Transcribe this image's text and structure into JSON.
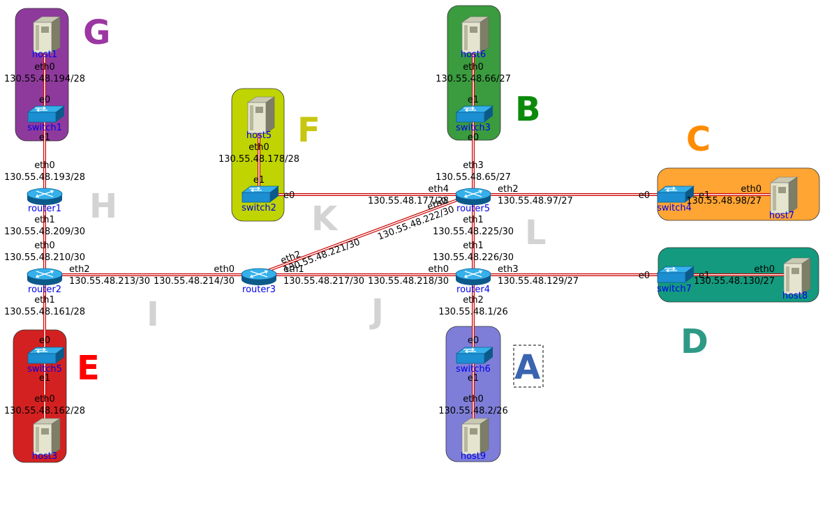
{
  "colors": {
    "G": "#8e3a9c",
    "F": "#bfd400",
    "B": "#3a9b3f",
    "C": "#ffa534",
    "D": "#149a7e",
    "A": "#7e7ed8",
    "E": "#d32121",
    "G_label": "#9b37a3",
    "F_label": "#c7c712",
    "B_label": "#0c8a0c",
    "C_label": "#ff8c00",
    "D_label": "#2e9a86",
    "A_label": "#3a64b0",
    "E_label": "#ff0000",
    "link": "#cc0000",
    "device_label": "#0000ee"
  },
  "groups": {
    "G": "G",
    "F": "F",
    "B": "B",
    "C": "C",
    "D": "D",
    "A": "A",
    "E": "E",
    "H": "H",
    "K": "K",
    "L": "L",
    "I": "I",
    "J": "J"
  },
  "devices": {
    "host1": "host1",
    "host3": "host3",
    "host5": "host5",
    "host6": "host6",
    "host7": "host7",
    "host8": "host8",
    "host9": "host9",
    "switch1": "switch1",
    "switch2": "switch2",
    "switch3": "switch3",
    "switch4": "switch4",
    "switch5": "switch5",
    "switch6": "switch6",
    "switch7": "switch7",
    "router1": "router1",
    "router2": "router2",
    "router3": "router3",
    "router4": "router4",
    "router5": "router5"
  },
  "icons": {
    "host": "server-icon",
    "switch": "switch-icon",
    "router": "router-icon"
  },
  "labels": {
    "host1_eth0": "eth0",
    "host1_ip": "130.55.48.194/28",
    "sw1_e0": "e0",
    "sw1_e1": "e1",
    "r1_eth0": "eth0",
    "r1_ip0": "130.55.48.193/28",
    "r1_eth1": "eth1",
    "r1_ip1": "130.55.48.209/30",
    "r2_eth0": "eth0",
    "r2_ip0": "130.55.48.210/30",
    "r2_eth2": "eth2",
    "r2_ip2": "130.55.48.213/30",
    "r2_eth1": "eth1",
    "r2_ip1": "130.55.48.161/28",
    "sw5_e0": "e0",
    "sw5_e1": "e1",
    "host3_eth0": "eth0",
    "host3_ip": "130.55.48.162/28",
    "host5_eth0": "eth0",
    "host5_ip": "130.55.48.178/28",
    "sw2_e1": "e1",
    "sw2_e0": "e0",
    "r3_eth0": "eth0",
    "r3_ip0": "130.55.48.214/30",
    "r3_eth2": "eth2",
    "r3_ip2": "130.55.48.221/30",
    "r3_eth1": "eth1",
    "r3_ip1": "130.55.48.217/30",
    "host6_eth0": "eth0",
    "host6_ip": "130.55.48.66/27",
    "sw3_e1": "e1",
    "sw3_e0": "e0",
    "r5_eth3": "eth3",
    "r5_ip3": "130.55.48.65/27",
    "r5_eth4": "eth4",
    "r5_ip4": "130.55.48.177/28",
    "r5_eth0": "eth0",
    "r5_ip0": "130.55.48.222/30",
    "r5_eth2": "eth2",
    "r5_ip2": "130.55.48.97/27",
    "r5_eth1": "eth1",
    "r5_ip1": "130.55.48.225/30",
    "r4_eth1": "eth1",
    "r4_ip1": "130.55.48.226/30",
    "r4_eth0": "eth0",
    "r4_ip0": "130.55.48.218/30",
    "r4_eth3": "eth3",
    "r4_ip3": "130.55.48.129/27",
    "r4_eth2": "eth2",
    "r4_ip2": "130.55.48.1/26",
    "sw4_e0": "e0",
    "sw4_e1": "e1",
    "host7_eth0": "eth0",
    "host7_ip": "130.55.48.98/27",
    "sw7_e0": "e0",
    "sw7_e1": "e1",
    "host8_eth0": "eth0",
    "host8_ip": "130.55.48.130/27",
    "sw6_e0": "e0",
    "sw6_e1": "e1",
    "host9_eth0": "eth0",
    "host9_ip": "130.55.48.2/26"
  }
}
